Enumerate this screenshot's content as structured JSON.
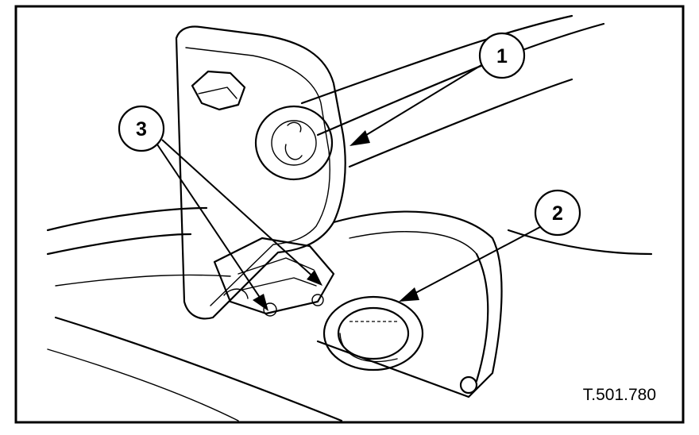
{
  "figure": {
    "reference_code": "T.501.780",
    "callouts": [
      {
        "number": "1"
      },
      {
        "number": "2"
      },
      {
        "number": "3"
      }
    ],
    "colors": {
      "ink": "#000000",
      "paper": "#ffffff"
    }
  }
}
